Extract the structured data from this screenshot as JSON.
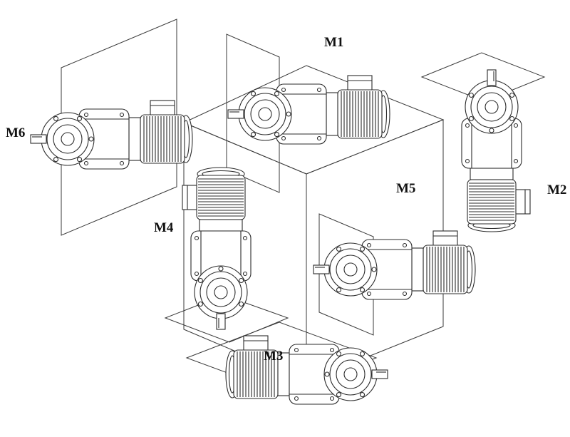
{
  "canvas": {
    "background": "#ffffff",
    "line_color": "#2b2b2b"
  },
  "diagram": {
    "positions": [
      {
        "id": "m1",
        "label": "M1"
      },
      {
        "id": "m2",
        "label": "M2"
      },
      {
        "id": "m3",
        "label": "M3"
      },
      {
        "id": "m4",
        "label": "M4"
      },
      {
        "id": "m5",
        "label": "M5"
      },
      {
        "id": "m6",
        "label": "M6"
      }
    ]
  }
}
